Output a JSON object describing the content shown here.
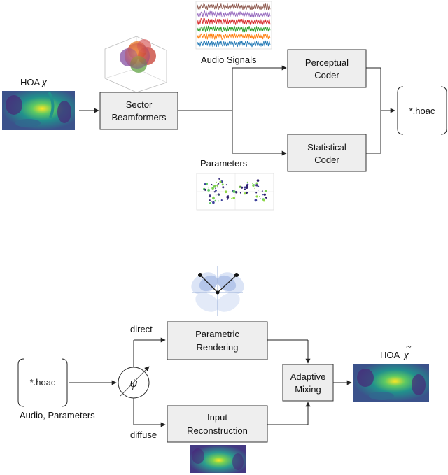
{
  "encoder": {
    "hoa_label": "HOA",
    "hoa_symbol": "χ",
    "sector_line1": "Sector",
    "sector_line2": "Beamformers",
    "audio_signals": "Audio Signals",
    "parameters": "Parameters",
    "perceptual_line1": "Perceptual",
    "perceptual_line2": "Coder",
    "statistical_line1": "Statistical",
    "statistical_line2": "Coder",
    "output_file": "*.hoac"
  },
  "decoder": {
    "input_file": "*.hoac",
    "input_caption": "Audio, Parameters",
    "psi": "ψ",
    "direct": "direct",
    "diffuse": "diffuse",
    "parametric_line1": "Parametric",
    "parametric_line2": "Rendering",
    "input_line1": "Input",
    "input_line2": "Reconstruction",
    "mixing_line1": "Adaptive",
    "mixing_line2": "Mixing",
    "hoa_label": "HOA",
    "hoa_symbol": "χ",
    "hoa_tilde": "~"
  },
  "colors": {
    "box_fill": "#eeeeee",
    "waveforms": [
      "#8c564b",
      "#9467bd",
      "#d62728",
      "#2ca02c",
      "#ff7f0e",
      "#1f77b4"
    ],
    "heatmap_bg": "#3b528b",
    "heatmap_hot": "#fde725"
  },
  "icons": {
    "heatmap": "hoa-heatmap-icon",
    "sphere": "beam-sphere-icon",
    "waveforms": "audio-waveform-icon",
    "scatter": "parameter-scatter-icon",
    "polar": "polar-pattern-icon"
  }
}
